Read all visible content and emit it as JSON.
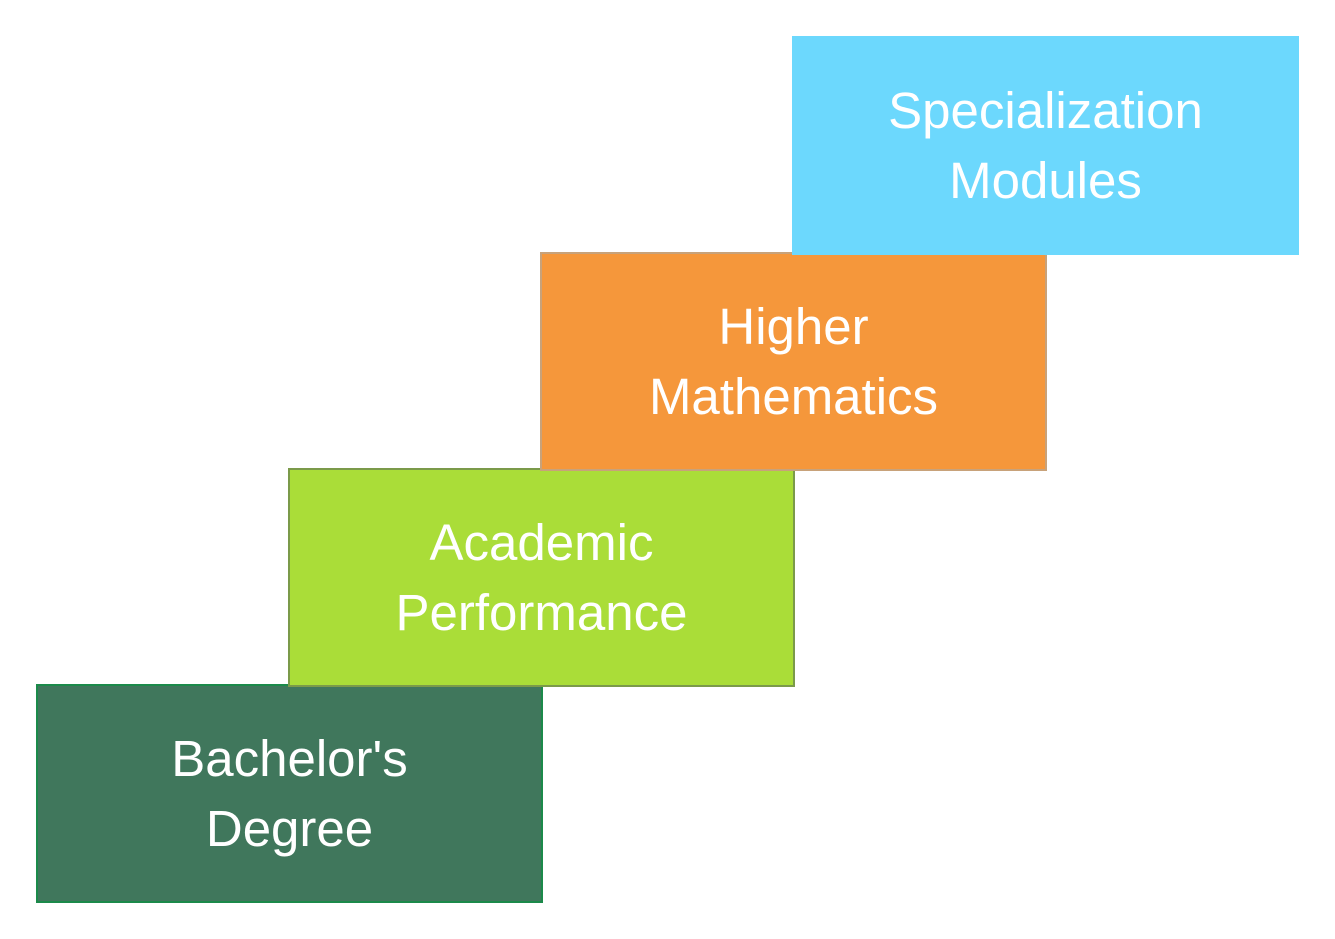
{
  "steps": [
    {
      "line1": "Bachelor's",
      "line2": "Degree",
      "color": "#40775c"
    },
    {
      "line1": "Academic",
      "line2": "Performance",
      "color": "#aadd38"
    },
    {
      "line1": "Higher",
      "line2": "Mathematics",
      "color": "#f5973b"
    },
    {
      "line1": "Specialization",
      "line2": "Modules",
      "color": "#6cd8fd"
    }
  ]
}
